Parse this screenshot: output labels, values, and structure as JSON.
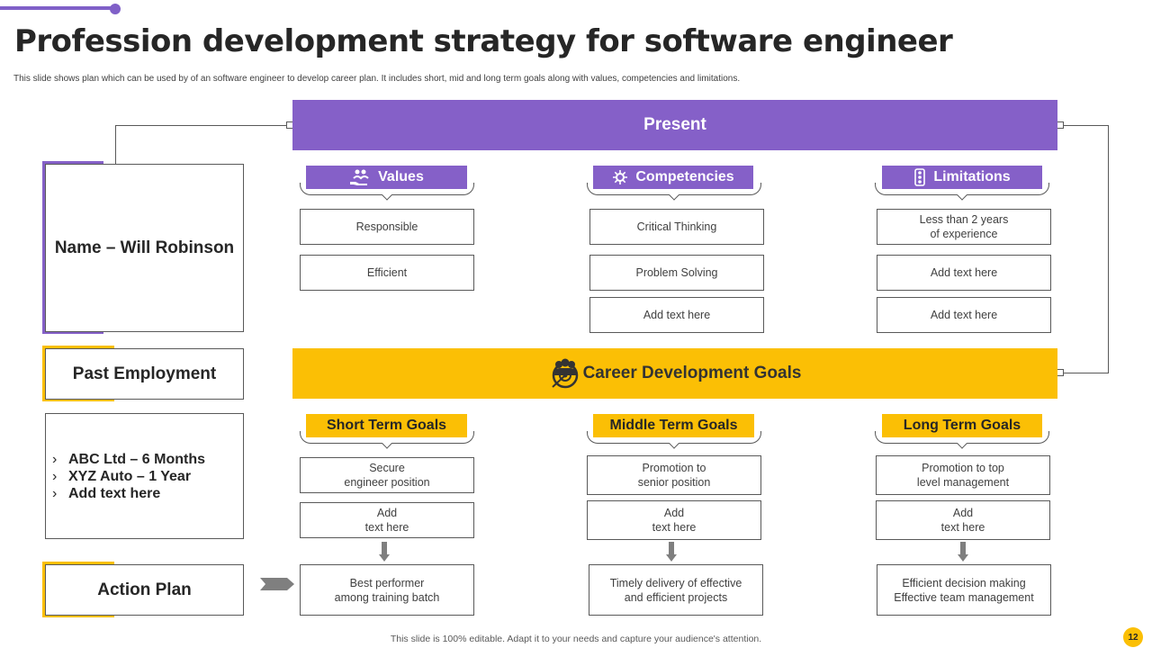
{
  "title": "Profession development strategy for software engineer",
  "subtitle": "This slide shows plan which can be used by of an software engineer to develop career plan. It includes short, mid and long term goals along with values, competencies and limitations.",
  "colors": {
    "purple": "#8560c8",
    "yellow": "#fbbf05"
  },
  "present": {
    "label": "Present",
    "columns": [
      {
        "heading": "Values",
        "icon": "hand-people-icon",
        "items": [
          "Responsible",
          "Efficient"
        ]
      },
      {
        "heading": "Competencies",
        "icon": "gear-cog-icon",
        "items": [
          "Critical Thinking",
          "Problem Solving",
          "Add text here"
        ]
      },
      {
        "heading": "Limitations",
        "icon": "traffic-light-icon",
        "items": [
          "Less than 2 years\nof experience",
          "Add text here",
          "Add text here"
        ]
      }
    ]
  },
  "career": {
    "label": "Career Development Goals",
    "icon": "team-target-icon",
    "columns": [
      {
        "heading": "Short Term Goals",
        "items": [
          "Secure\nengineer position",
          "Add\ntext here"
        ],
        "result": "Best performer\namong training batch"
      },
      {
        "heading": "Middle Term Goals",
        "items": [
          "Promotion to\nsenior position",
          "Add\ntext here"
        ],
        "result": "Timely delivery of effective\nand efficient projects"
      },
      {
        "heading": "Long Term Goals",
        "items": [
          "Promotion to top\nlevel management",
          "Add\ntext here"
        ],
        "result": "Efficient decision making\nEffective team management"
      }
    ]
  },
  "left": {
    "name": "Name – Will Robinson",
    "past_employment": "Past Employment",
    "employment_items": [
      "ABC Ltd – 6 Months",
      "XYZ Auto – 1 Year",
      "Add text  here"
    ],
    "action_plan": "Action Plan"
  },
  "footer": "This slide is 100% editable.  Adapt it to your needs and capture your audience's attention.",
  "page_number": "12"
}
